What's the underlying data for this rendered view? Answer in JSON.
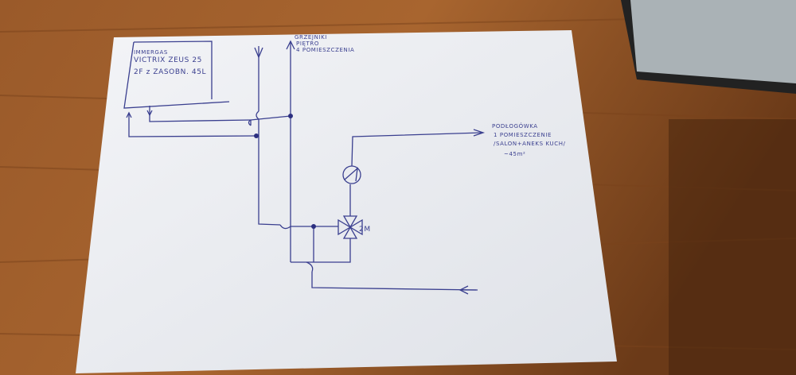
{
  "boiler": {
    "line1": "IMMERGAS",
    "line2": "VICTRIX ZEUS 25",
    "line3": "2F z ZASOBN. 45L"
  },
  "upstairs_label": {
    "line1": "GRZEJNIKI",
    "line2": "PIĘTRO",
    "line3": "4 POMIESZCZENIA"
  },
  "floor_heating_label": {
    "line1": "PODŁOGÓWKA",
    "line2": "1 POMIESZCZENIE",
    "line3": "/SALON+ANEKS KUCH/",
    "line4": "~45m²"
  },
  "valve_label": "2M",
  "colors": {
    "ink": "#3a3f8f",
    "paper": "#eef0f4",
    "wood": "#8a4f24"
  }
}
